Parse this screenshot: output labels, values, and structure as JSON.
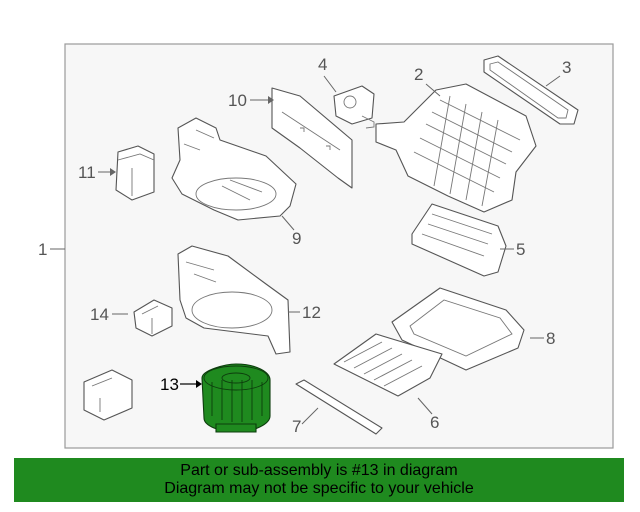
{
  "callouts": {
    "c1": "1",
    "c2": "2",
    "c3": "3",
    "c4": "4",
    "c5": "5",
    "c6": "6",
    "c7": "7",
    "c8": "8",
    "c9": "9",
    "c10": "10",
    "c11": "11",
    "c12": "12",
    "c13": "13",
    "c14": "14"
  },
  "highlight_color": "#1f8a1f",
  "banner": {
    "line1": "Part or sub-assembly is #13 in diagram",
    "line2": "Diagram may not be specific to your vehicle"
  }
}
